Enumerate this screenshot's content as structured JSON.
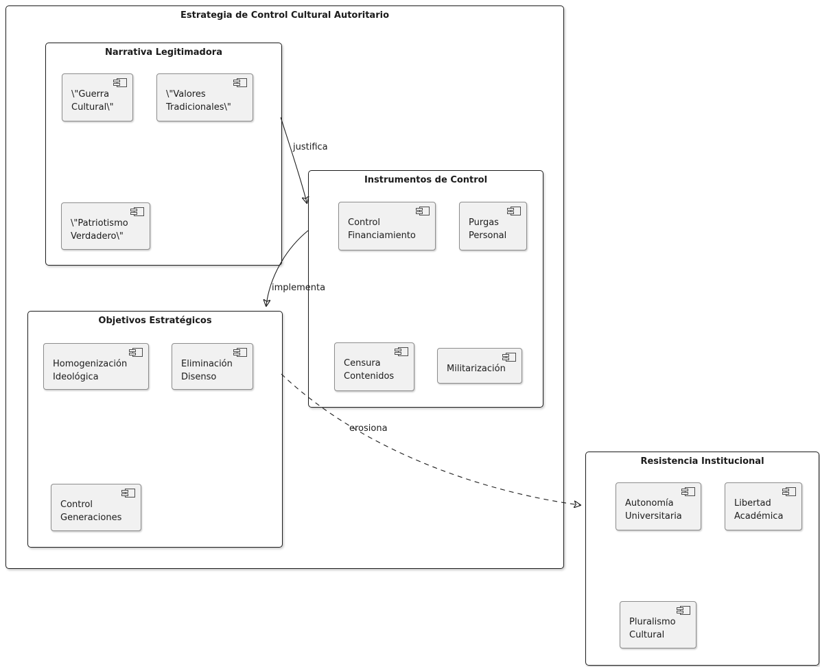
{
  "packages": {
    "estrategia": {
      "title": "Estrategia de Control Cultural Autoritario"
    },
    "narrativa": {
      "title": "Narrativa Legitimadora"
    },
    "instrumentos": {
      "title": "Instrumentos de Control"
    },
    "objetivos": {
      "title": "Objetivos Estratégicos"
    },
    "resistencia": {
      "title": "Resistencia Institucional"
    }
  },
  "components": {
    "guerra": {
      "label": "\\\"Guerra\nCultural\\\""
    },
    "valores": {
      "label": "\\\"Valores\nTradicionales\\\""
    },
    "patriotismo": {
      "label": "\\\"Patriotismo\nVerdadero\\\""
    },
    "control_financiamiento": {
      "label": "Control\nFinanciamiento"
    },
    "purgas": {
      "label": "Purgas\nPersonal"
    },
    "censura": {
      "label": "Censura\nContenidos"
    },
    "militarizacion": {
      "label": "Militarización"
    },
    "homogenizacion": {
      "label": "Homogenización\nIdeológica"
    },
    "eliminacion": {
      "label": "Eliminación\nDisenso"
    },
    "control_generaciones": {
      "label": "Control\nGeneraciones"
    },
    "autonomia": {
      "label": "Autonomía\nUniversitaria"
    },
    "libertad": {
      "label": "Libertad\nAcadémica"
    },
    "pluralismo": {
      "label": "Pluralismo\nCultural"
    }
  },
  "edges": {
    "justifica": {
      "label": "justifica",
      "style": "solid"
    },
    "implementa": {
      "label": "implementa",
      "style": "solid"
    },
    "erosiona": {
      "label": "erosiona",
      "style": "dashed"
    }
  },
  "icons": {
    "component": "uml-component-icon"
  },
  "colors": {
    "background": "#FFFFFF",
    "package_border": "#1B1B1B",
    "component_fill": "#F1F1F1",
    "component_border": "#8C8C8C",
    "line": "#1B1B1B",
    "text": "#1B1B1B"
  }
}
